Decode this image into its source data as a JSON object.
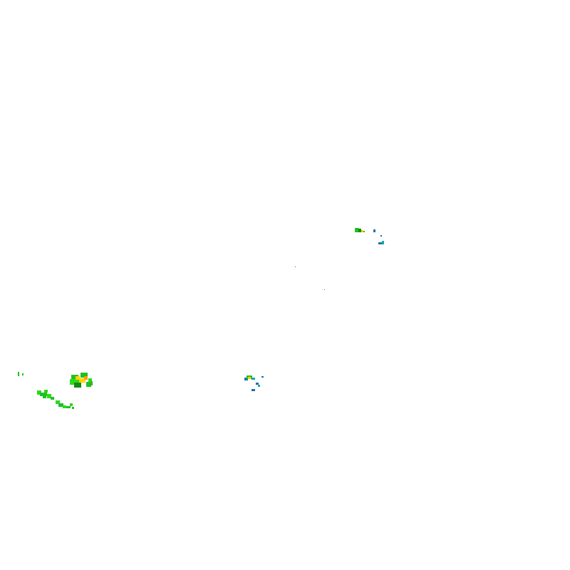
{
  "map": {
    "background": "#ffffff",
    "legend_colors": {
      "dark_blue": "#1f6fb0",
      "teal": "#18a6a6",
      "green_light": "#2ed81a",
      "green": "#20c020",
      "green_dark": "#118b11",
      "yellow": "#ffd400",
      "orange": "#ff9f00"
    },
    "echo_clusters": [
      "west-line-cluster",
      "west-core-cell",
      "central-small-cell",
      "northeast-cell"
    ]
  }
}
